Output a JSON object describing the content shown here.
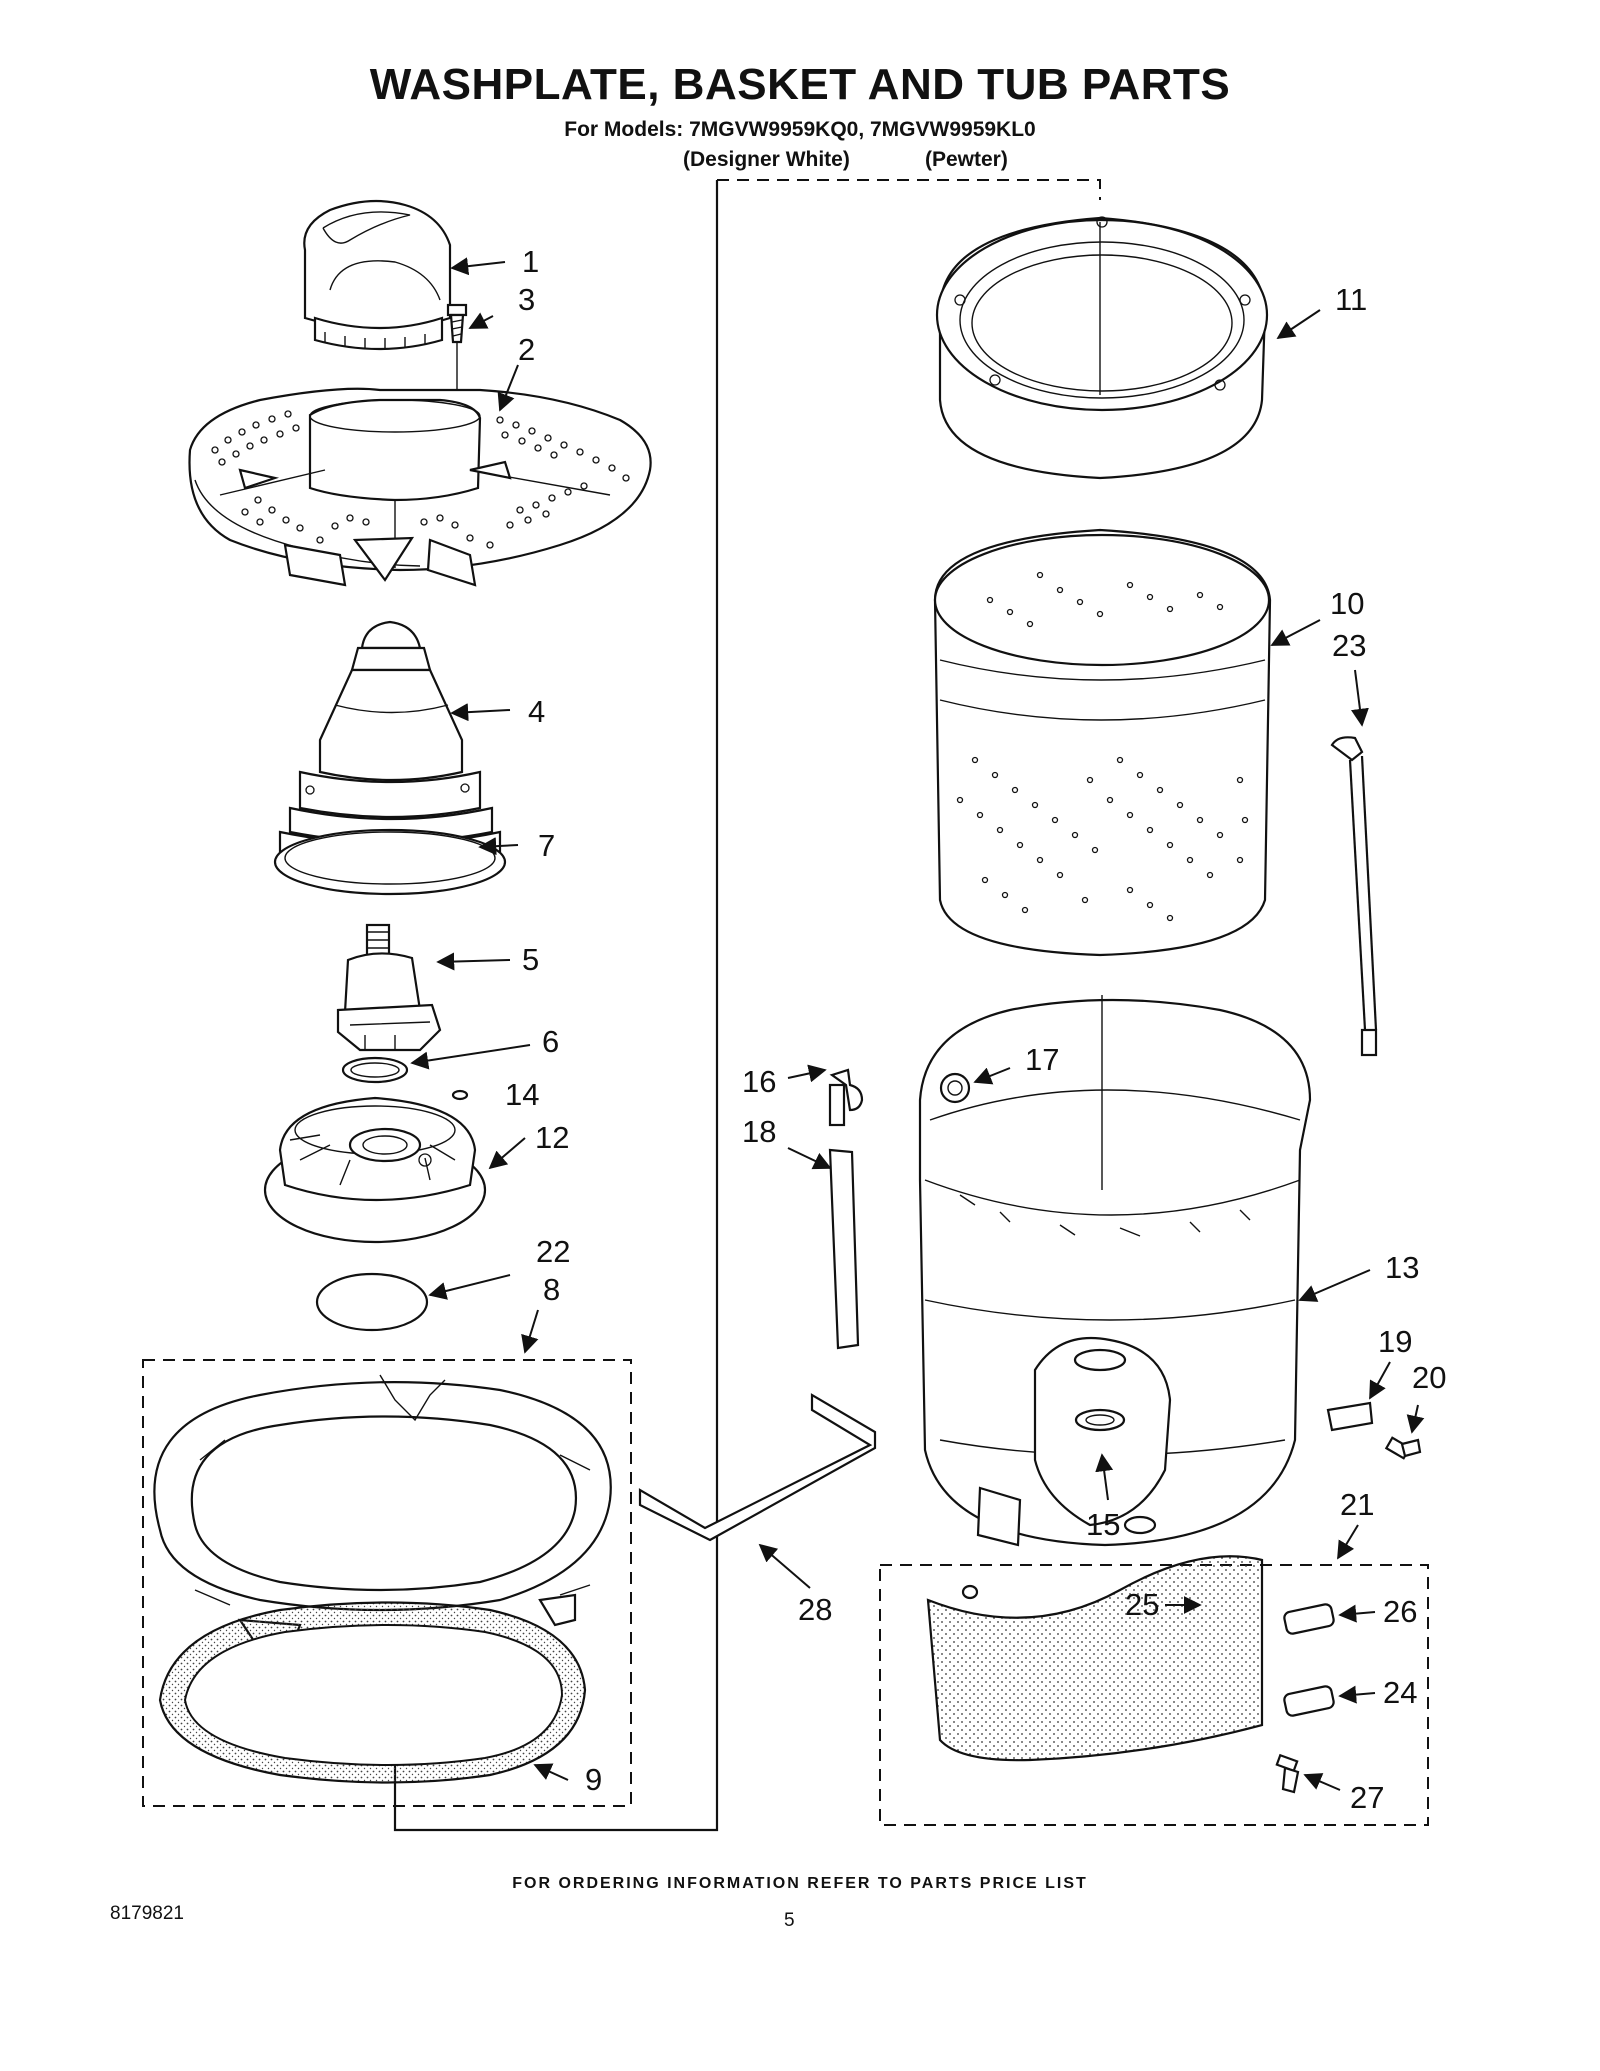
{
  "page": {
    "title": "WASHPLATE, BASKET AND TUB PARTS",
    "models_line": "For Models: 7MGVW9959KQ0, 7MGVW9959KL0",
    "variant_1": "(Designer White)",
    "variant_2": "(Pewter)",
    "footer_note": "FOR ORDERING INFORMATION REFER TO PARTS PRICE LIST",
    "doc_number": "8179821",
    "page_number": "5"
  },
  "callouts": {
    "c1": "1",
    "c2": "2",
    "c3": "3",
    "c4": "4",
    "c5": "5",
    "c6": "6",
    "c7": "7",
    "c8": "8",
    "c9": "9",
    "c10": "10",
    "c11": "11",
    "c12": "12",
    "c13": "13",
    "c14": "14",
    "c15": "15",
    "c16": "16",
    "c17": "17",
    "c18": "18",
    "c19": "19",
    "c20": "20",
    "c21": "21",
    "c22": "22",
    "c23": "23",
    "c24": "24",
    "c25": "25",
    "c26": "26",
    "c27": "27",
    "c28": "28"
  }
}
